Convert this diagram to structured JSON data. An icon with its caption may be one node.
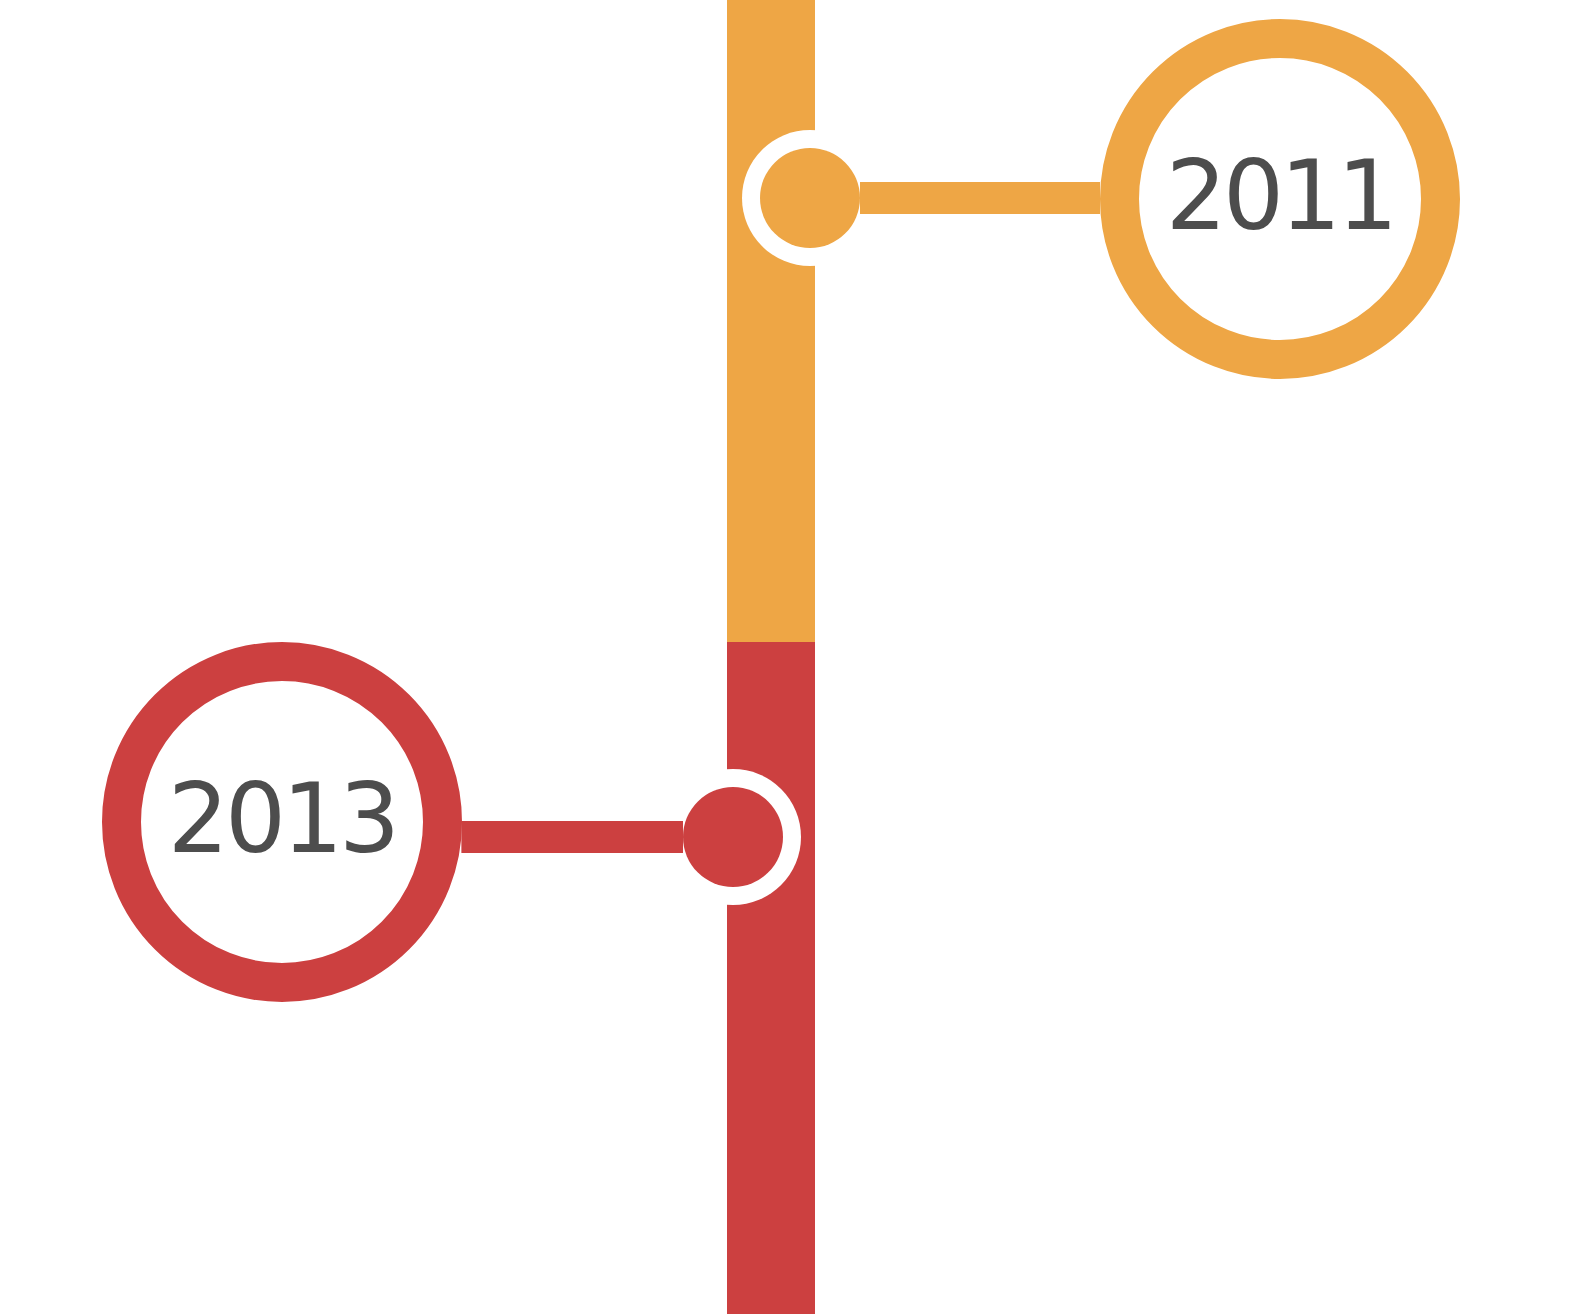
{
  "diagram": {
    "nodes": [
      {
        "text": [],
        "shape": "bar"
      },
      {
        "text": [],
        "shape": "circle"
      },
      {
        "text": [
          "2011"
        ]
      },
      {
        "text": [
          "2013"
        ]
      },
      {
        "text": [],
        "shape": "circle"
      },
      {
        "text": [],
        "shape": "bar"
      }
    ],
    "edges": [
      {
        "from": 1,
        "to": 2,
        "arrow": "none",
        "color": "#eea645"
      },
      {
        "from": 4,
        "to": 3,
        "arrow": "none",
        "color": "#cc4040"
      }
    ]
  }
}
